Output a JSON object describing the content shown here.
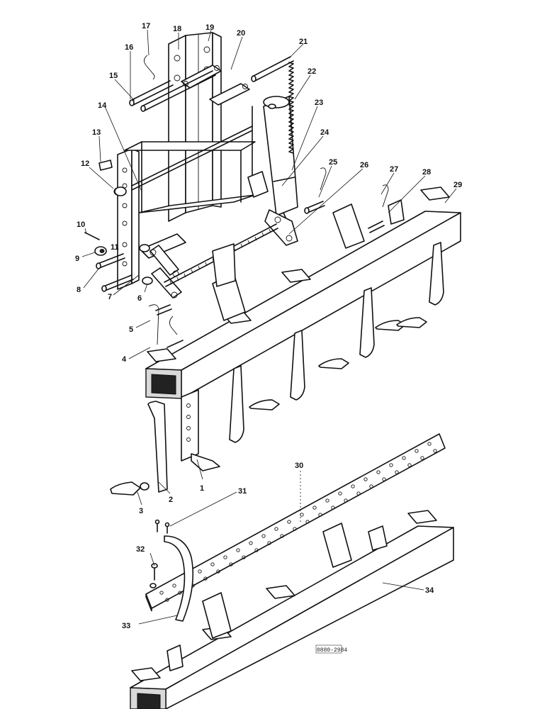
{
  "diagram": {
    "labels": [
      "1",
      "2",
      "3",
      "4",
      "5",
      "6",
      "7",
      "8",
      "9",
      "10",
      "11",
      "12",
      "13",
      "14",
      "15",
      "16",
      "17",
      "18",
      "19",
      "20",
      "21",
      "22",
      "23",
      "24",
      "25",
      "26",
      "27",
      "28",
      "29",
      "30",
      "31",
      "32",
      "33",
      "34"
    ],
    "reference_code": "0880-2984"
  }
}
